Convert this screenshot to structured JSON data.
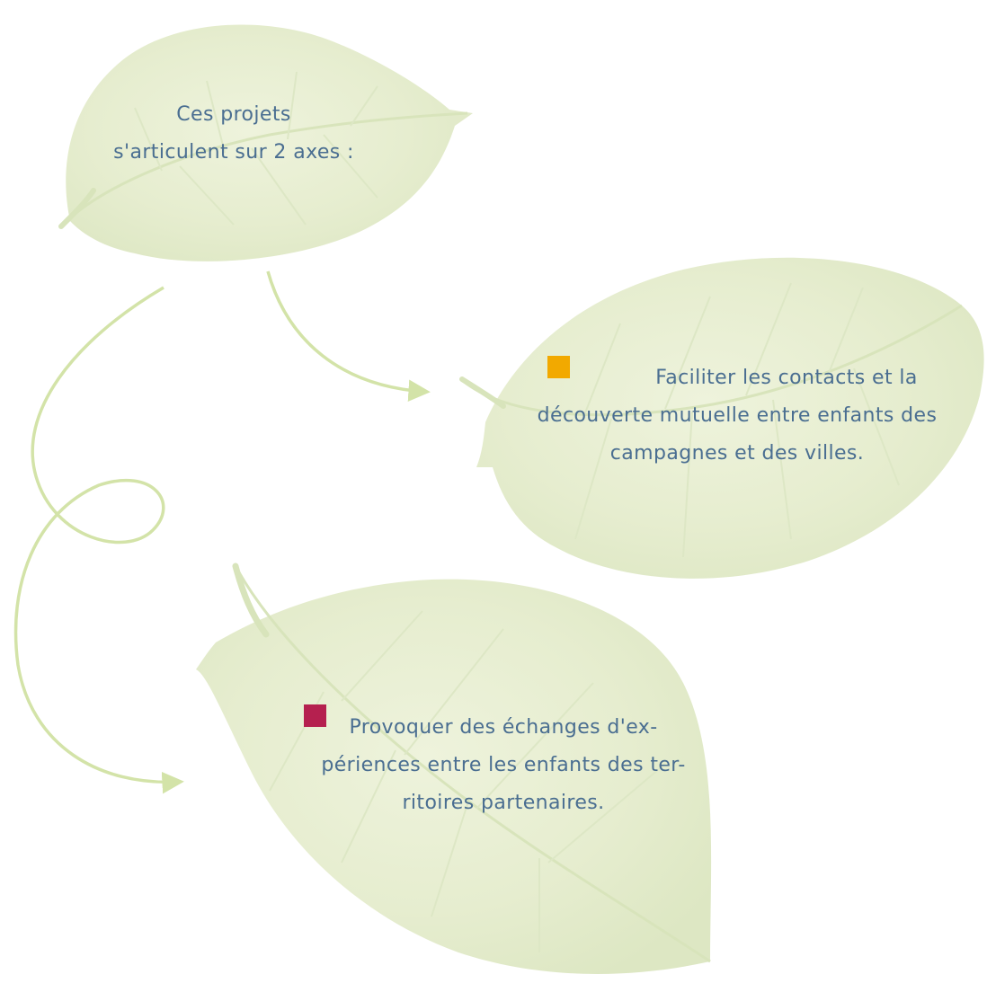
{
  "intro": {
    "line1": "Ces projets",
    "line2": "s'articulent sur 2 axes :"
  },
  "axes": [
    {
      "bullet_color": "#f2a900",
      "line1": "Faciliter les contacts et la",
      "line2": "découverte mutuelle entre enfants des",
      "line3": "campagnes et des villes."
    },
    {
      "bullet_color": "#b5204f",
      "line1": "Provoquer des échanges d'ex-",
      "line2": "périences entre les enfants  des ter-",
      "line3": "ritoires partenaires."
    }
  ],
  "colors": {
    "text": "#4a6e91",
    "leaf": "#e7eed3",
    "leaf_vein": "#d8e4bb",
    "connector": "#d3e3a8"
  },
  "icons": {
    "leaf": "leaf-illustration",
    "arrow": "curved-arrow"
  }
}
